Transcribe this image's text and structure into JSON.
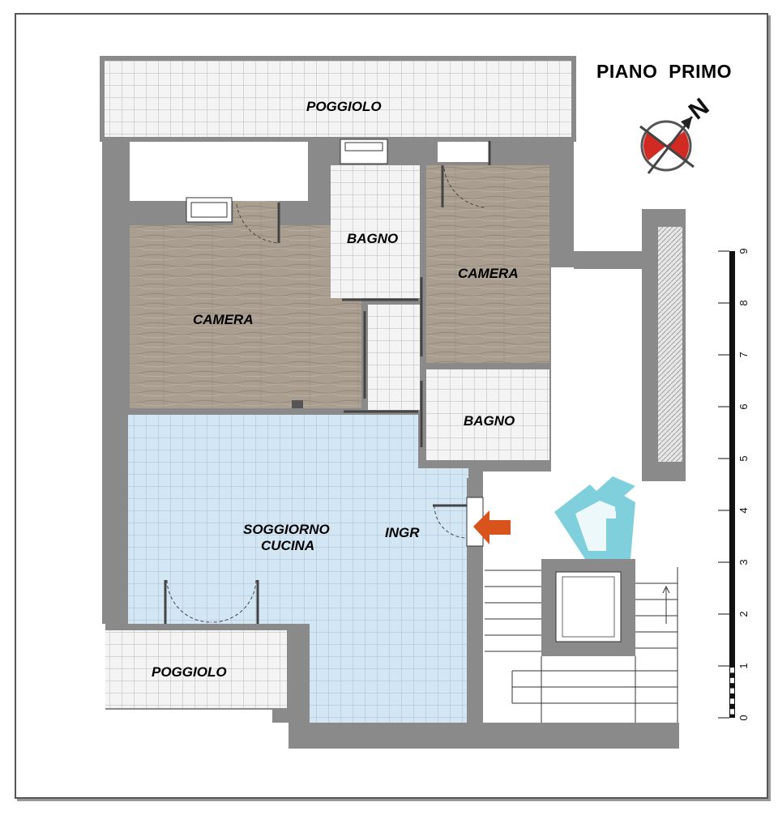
{
  "title": "PIANO  PRIMO",
  "compass": {
    "north_label": "N"
  },
  "rooms": {
    "poggiolo_top": "POGGIOLO",
    "bagno_top": "BAGNO",
    "camera_right": "CAMERA",
    "camera_left": "CAMERA",
    "bagno_bottom": "BAGNO",
    "soggiorno_line1": "SOGGIORNO",
    "soggiorno_line2": "CUCINA",
    "ingr": "INGR",
    "poggiolo_bottom": "POGGIOLO"
  },
  "scale": {
    "ticks": [
      "0",
      "1",
      "2",
      "3",
      "4",
      "5",
      "6",
      "7",
      "8",
      "9"
    ]
  },
  "colors": {
    "wall": "#8a8a8a",
    "wood": "#a89c8c",
    "tile": "#f3f3f3",
    "living": "#cfe3f1",
    "arrow": "#d9541c",
    "logo": "#7fd0dc"
  }
}
